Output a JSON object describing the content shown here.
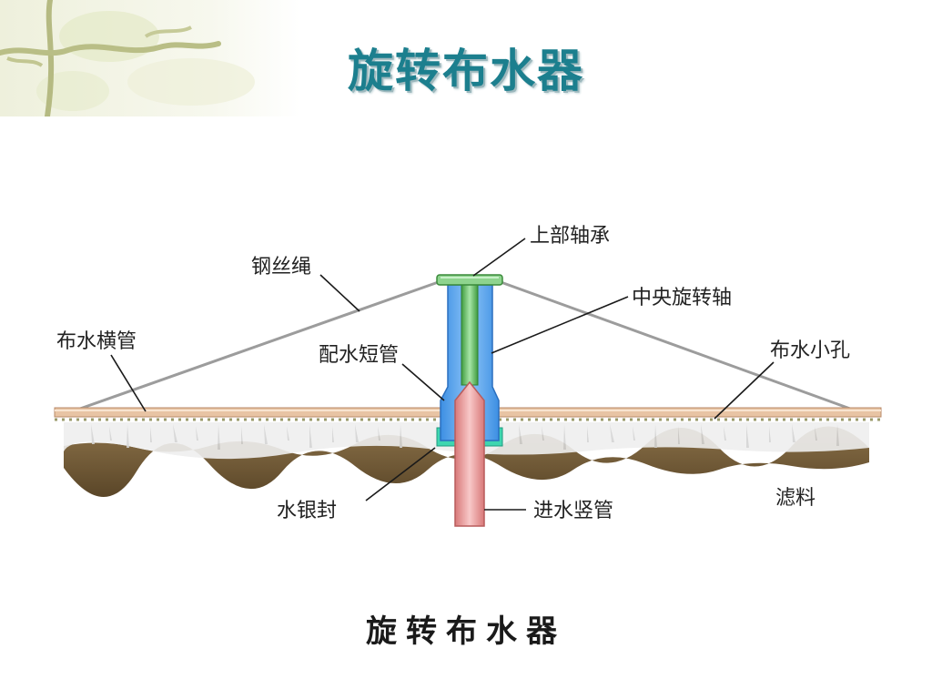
{
  "title": "旋转布水器",
  "caption": "旋转布水器",
  "labels": {
    "upper_bearing": "上部轴承",
    "steel_rope": "钢丝绳",
    "central_shaft": "中央旋转轴",
    "distribution_pipe": "布水横管",
    "short_pipe": "配水短管",
    "holes": "布水小孔",
    "mercury_seal": "水银封",
    "inlet_pipe": "进水竖管",
    "filter_media": "滤料"
  },
  "colors": {
    "title": "#1c7f8e",
    "short_pipe": "#5ea8ee",
    "central_shaft": "#6cc06c",
    "inlet_pipe": "#ec9c9c",
    "mercury_seal": "#3ed6b0",
    "filter_media": "#6f5838",
    "distribution_pipe": "#e8c4a4"
  }
}
